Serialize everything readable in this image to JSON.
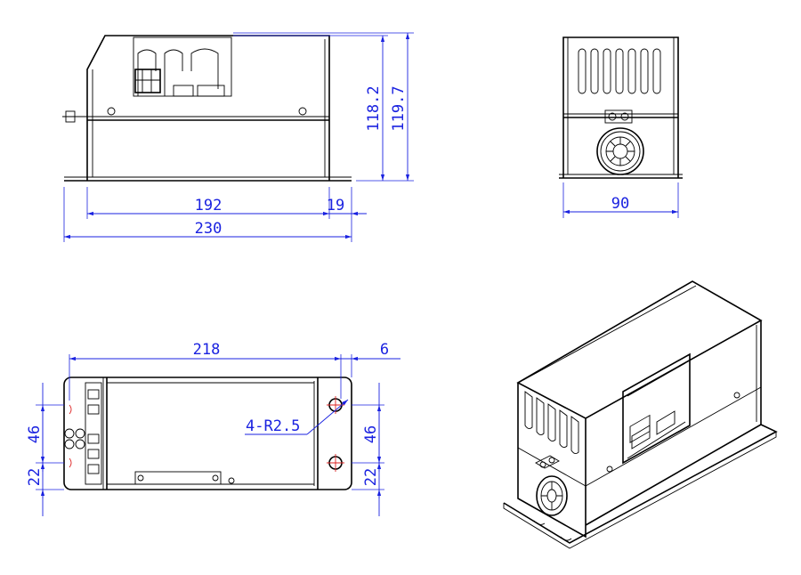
{
  "colors": {
    "line": "#000000",
    "dimension": "#1a22e0",
    "hole_mark": "#dd2222"
  },
  "side_view": {
    "dim_length_inner": "192",
    "dim_flange": "19",
    "dim_length_total": "230",
    "dim_height_a": "118.2",
    "dim_height_b": "119.7"
  },
  "front_view": {
    "dim_width": "90"
  },
  "bottom_view": {
    "dim_hole_pitch": "218",
    "dim_edge": "6",
    "dim_hole_spacing_left": "46",
    "dim_hole_offset_left": "22",
    "dim_hole_spacing_right": "46",
    "dim_hole_offset_right": "22",
    "hole_note": "4-R2.5"
  },
  "isometric_view": {
    "icon": "device-isometric-icon"
  }
}
